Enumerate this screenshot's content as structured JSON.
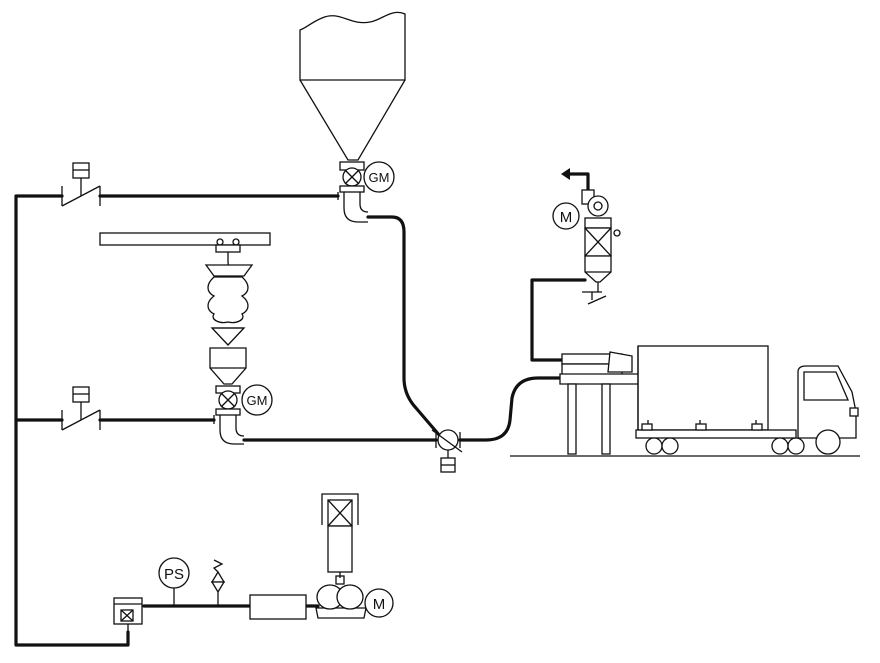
{
  "labels": {
    "silo_valve_drive": "GM",
    "hopper_valve_drive": "GM",
    "filter_fan_motor": "M",
    "blower_motor": "M",
    "pressure_switch": "PS"
  },
  "icons": {
    "rotary_valve": "rotary-valve-icon",
    "check_valve": "check-valve-icon",
    "diverter_valve": "diverter-valve-icon",
    "safety_valve": "safety-valve-icon",
    "blower": "roots-blower-icon",
    "silencer": "silencer-icon",
    "filter": "filter-icon",
    "truck": "truck-icon"
  },
  "colors": {
    "line": "#111111",
    "background": "#ffffff"
  }
}
